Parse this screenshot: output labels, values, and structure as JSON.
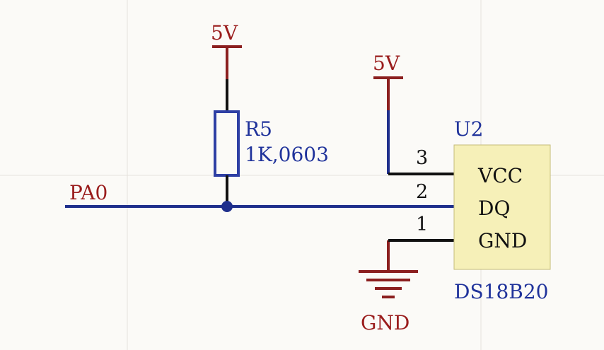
{
  "schematic": {
    "net_label": "PA0",
    "resistor": {
      "designator": "R5",
      "value": "1K,0603"
    },
    "power": {
      "resistor_supply": "5V",
      "ic_supply": "5V",
      "ground": "GND"
    },
    "ic": {
      "designator": "U2",
      "part": "DS18B20",
      "pins": [
        {
          "number": "3",
          "name": "VCC"
        },
        {
          "number": "2",
          "name": "DQ"
        },
        {
          "number": "1",
          "name": "GND"
        }
      ]
    },
    "colors": {
      "wire": "#1f2f8c",
      "power": "#8b1f1f",
      "ic_fill": "#f6f0b8",
      "text_blue": "#20339b",
      "text_red": "#9a1d1d"
    }
  }
}
